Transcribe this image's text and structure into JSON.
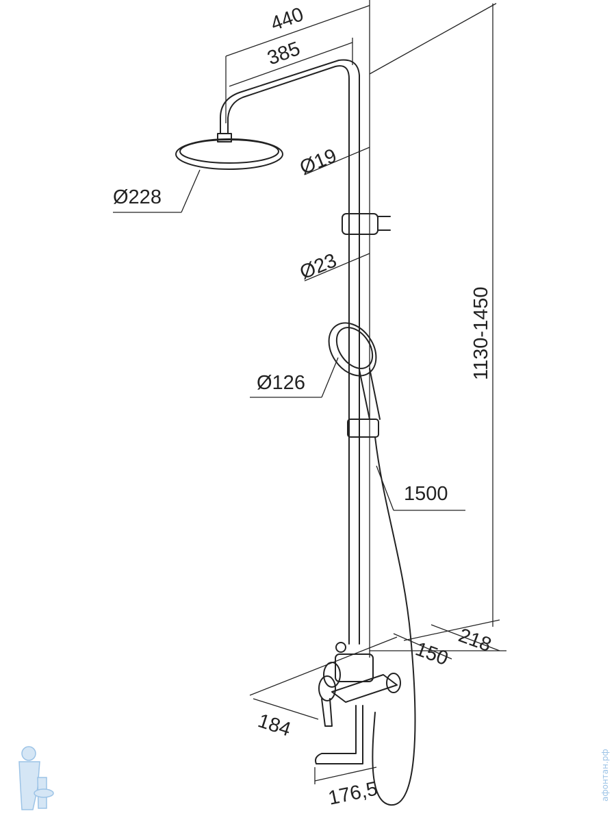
{
  "dimensions": {
    "arm_projection": "440",
    "arm_length": "385",
    "overhead_diameter": "Ø228",
    "pipe_diameter_top": "Ø19",
    "pipe_diameter_bottom": "Ø23",
    "hand_shower_diameter": "Ø126",
    "hose_length": "1500",
    "height_range": "1130-1450",
    "wall_depth": "218",
    "mixer_depth": "150",
    "mixer_width": "184",
    "spout_length": "176,5"
  },
  "watermark": {
    "text": "афонтан.рф",
    "color": "#9cc3e6"
  }
}
